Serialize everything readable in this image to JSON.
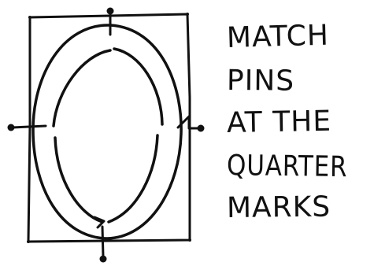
{
  "caption": {
    "lines": [
      "MATCH",
      "PINS",
      "AT THE",
      "QUARTER",
      "MARKS"
    ]
  },
  "colors": {
    "ink": "#111111",
    "paper": "#ffffff"
  },
  "icons": [
    "pin-icon"
  ]
}
